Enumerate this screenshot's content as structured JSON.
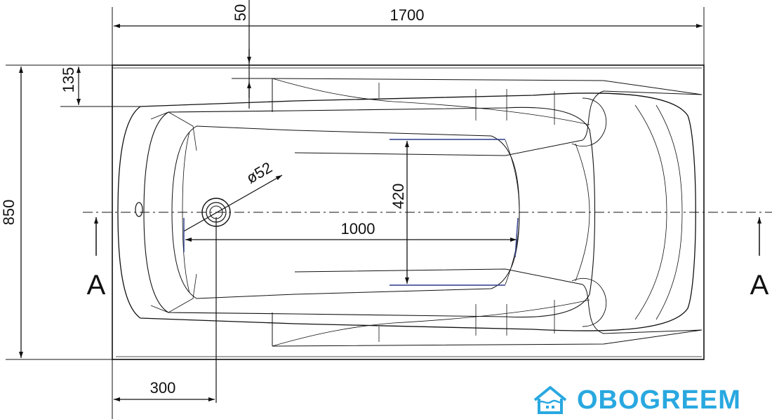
{
  "drawing": {
    "dimensions": {
      "overall_length": "1700",
      "overall_width": "850",
      "rim_offset": "50",
      "inner_offset": "135",
      "drain_position": "300",
      "bottom_length": "1000",
      "bottom_width": "420",
      "drain_diameter": "ø52"
    },
    "section_label_left": "A",
    "section_label_right": "A"
  },
  "logo": {
    "text": "OBOGREEM",
    "color": "#29a8e0"
  },
  "colors": {
    "line": "#111111",
    "accent_line": "#2b3a8a",
    "logo": "#29a8e0"
  },
  "icons": {
    "logo": "house-leaf-icon"
  }
}
